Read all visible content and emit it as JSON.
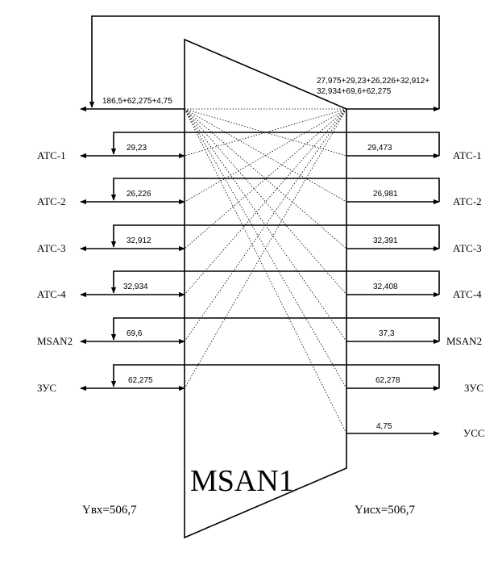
{
  "node": {
    "name": "MSAN1"
  },
  "totals": {
    "in": "Yвх=506,7",
    "out": "Yисх=506,7"
  },
  "top": {
    "in_label": "186,5+62,275+4,75",
    "out_label_line1": "27,975+29,23+26,226+32,912+",
    "out_label_line2": "32,934+69,6+62,275"
  },
  "rows": [
    {
      "left": "АТС-1",
      "right": "АТС-1",
      "in": "29,23",
      "out": "29,473"
    },
    {
      "left": "АТС-2",
      "right": "АТС-2",
      "in": "26,226",
      "out": "26,981"
    },
    {
      "left": "АТС-3",
      "right": "АТС-3",
      "in": "32,912",
      "out": "32,391"
    },
    {
      "left": "АТС-4",
      "right": "АТС-4",
      "in": "32,934",
      "out": "32,408"
    },
    {
      "left": "MSAN2",
      "right": "MSAN2",
      "in": "69,6",
      "out": "37,3"
    },
    {
      "left": "ЗУС",
      "right": "ЗУС",
      "in": "62,275",
      "out": "62,278"
    }
  ],
  "extra": {
    "right": "УСС",
    "out": "4,75"
  }
}
